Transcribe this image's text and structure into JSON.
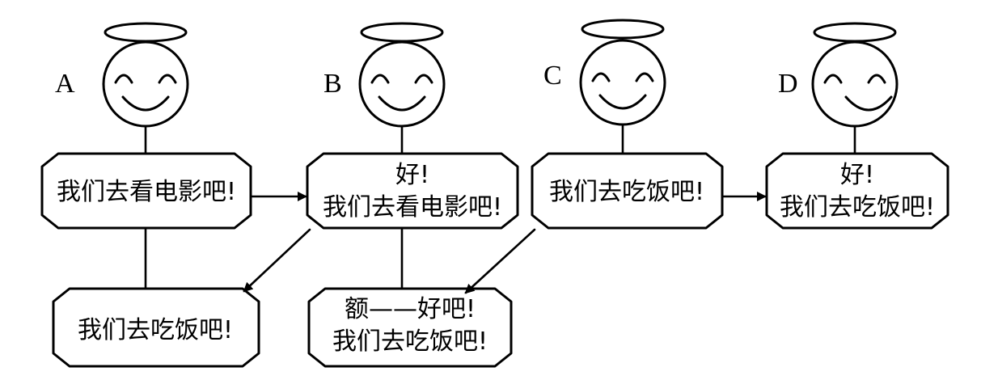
{
  "colors": {
    "ink": "#000000",
    "paper": "#ffffff"
  },
  "people": [
    {
      "id": "A",
      "label": "A"
    },
    {
      "id": "B",
      "label": "B"
    },
    {
      "id": "C",
      "label": "C"
    },
    {
      "id": "D",
      "label": "D"
    }
  ],
  "boxes": {
    "a_top": {
      "lines": [
        "我们去看电影吧!"
      ]
    },
    "b_top": {
      "lines": [
        "好!",
        "我们去看电影吧!"
      ]
    },
    "c_top": {
      "lines": [
        "我们去吃饭吧!"
      ]
    },
    "d_top": {
      "lines": [
        "好!",
        "我们去吃饭吧!"
      ]
    },
    "a_bottom": {
      "lines": [
        "我们去吃饭吧!"
      ]
    },
    "b_bottom": {
      "lines": [
        "额——好吧!",
        "我们去吃饭吧!"
      ]
    }
  },
  "icons": {
    "person": "smiley-with-halo-icon",
    "arrow": "arrow-icon"
  }
}
